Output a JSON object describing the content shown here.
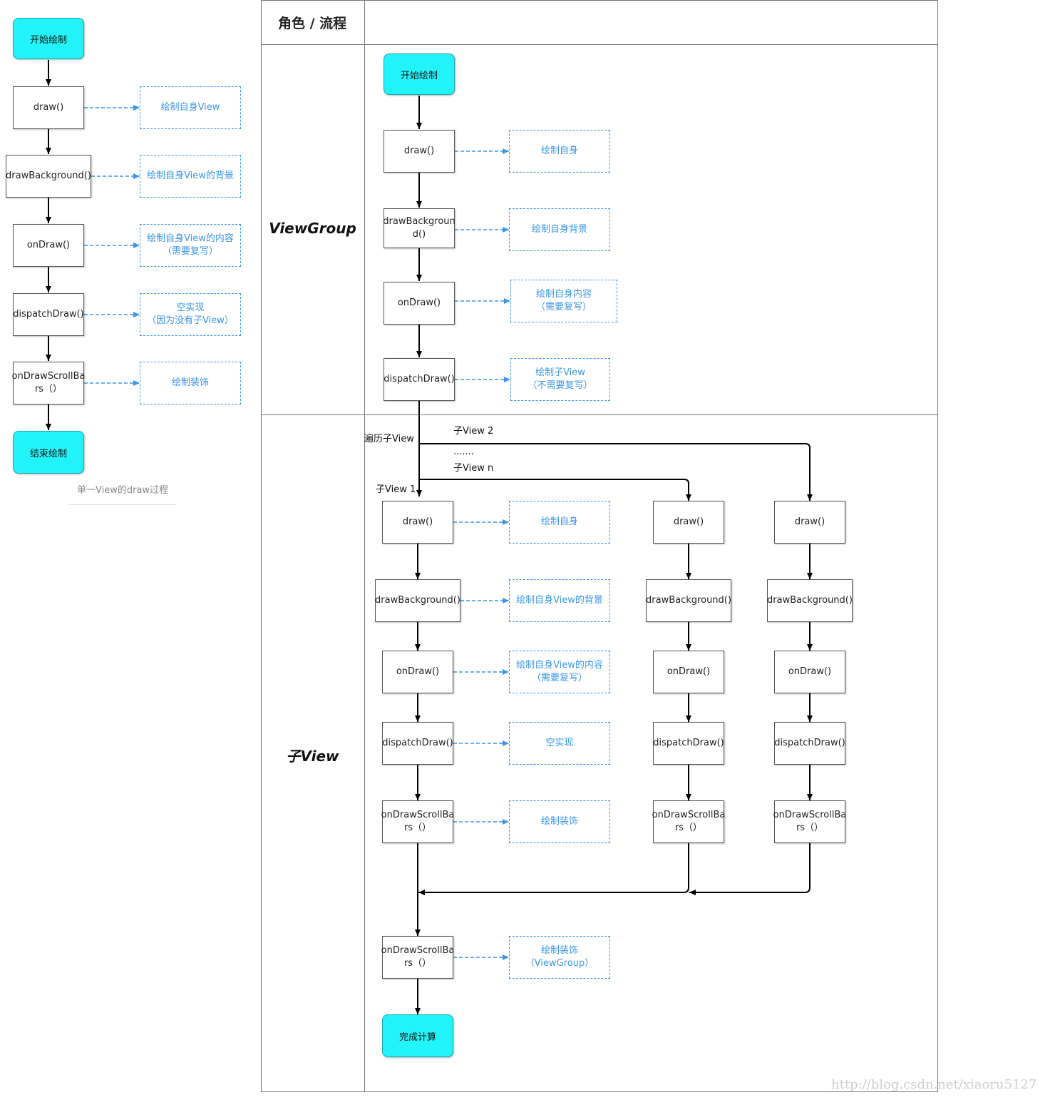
{
  "single_view": {
    "start": "开始绘制",
    "steps": [
      {
        "label": "draw()",
        "note": "绘制自身View"
      },
      {
        "label": "drawBackground()",
        "note": "绘制自身View的背景"
      },
      {
        "label": "onDraw()",
        "note": "绘制自身View的内容\n（需要复写）"
      },
      {
        "label": "dispatchDraw()",
        "note": "空实现\n（因为没有子View）"
      },
      {
        "label": "onDrawScrollBa\nrs（）",
        "note": "绘制装饰"
      }
    ],
    "end": "结束绘制",
    "caption": "单一View的draw过程"
  },
  "table": {
    "header_role": "角色 / 流程",
    "lane_viewgroup": "ViewGroup",
    "lane_child": "子View"
  },
  "viewgroup": {
    "start": "开始绘制",
    "steps": [
      {
        "label": "draw()",
        "note": "绘制自身"
      },
      {
        "label": "drawBackgroun\nd()",
        "note": "绘制自身背景"
      },
      {
        "label": "onDraw()",
        "note": "绘制自身内容\n（需要复写）"
      },
      {
        "label": "dispatchDraw()",
        "note": "绘制子View\n（不需要复写）"
      }
    ]
  },
  "child_labels": {
    "traverse": "遍历子View",
    "child2": "子View 2",
    "dots": ".......",
    "childn": "子View n",
    "child1": "子View 1"
  },
  "child1": {
    "steps": [
      {
        "label": "draw()",
        "note": "绘制自身"
      },
      {
        "label": "drawBackground()",
        "note": "绘制自身View的背景"
      },
      {
        "label": "onDraw()",
        "note": "绘制自身View的内容\n（需要复写）"
      },
      {
        "label": "dispatchDraw()",
        "note": "空实现"
      },
      {
        "label": "onDrawScrollBa\nrs（）",
        "note": "绘制装饰"
      }
    ]
  },
  "childn": {
    "steps": [
      "draw()",
      "drawBackground()",
      "onDraw()",
      "dispatchDraw()",
      "onDrawScrollBa\nrs（）"
    ]
  },
  "child2": {
    "steps": [
      "draw()",
      "drawBackground()",
      "onDraw()",
      "dispatchDraw()",
      "onDrawScrollBa\nrs（）"
    ]
  },
  "final": {
    "label": "onDrawScrollBa\nrs（）",
    "note": "绘制装饰\n（ViewGroup）",
    "end": "完成计算"
  },
  "watermark": "http://blog.csdn.net/xiaoru5127"
}
